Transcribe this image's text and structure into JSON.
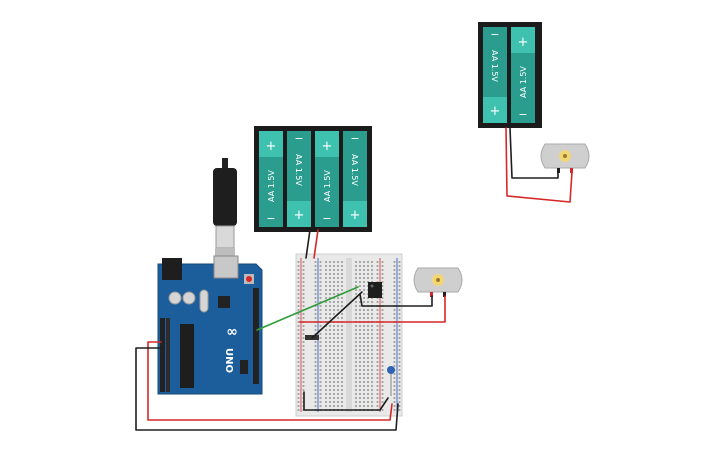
{
  "battery_pack_4": {
    "cell_label": "AA 1.5V",
    "plus": "+",
    "minus": "−"
  },
  "battery_pack_2": {
    "cell_label": "AA 1.5V",
    "plus": "+",
    "minus": "−"
  },
  "arduino": {
    "board_label": "UNO",
    "brand_symbol": "∞"
  },
  "colors": {
    "battery_body": "#2a9d8f",
    "battery_holder": "#1b1b1b",
    "arduino_board": "#1b5e9b",
    "breadboard": "#e9e9e9",
    "wire_red": "#d62828",
    "wire_black": "#1e1e1e",
    "wire_green": "#2e9d3a",
    "motor_body": "#cfcfcf",
    "motor_shaft": "#f2d675"
  }
}
